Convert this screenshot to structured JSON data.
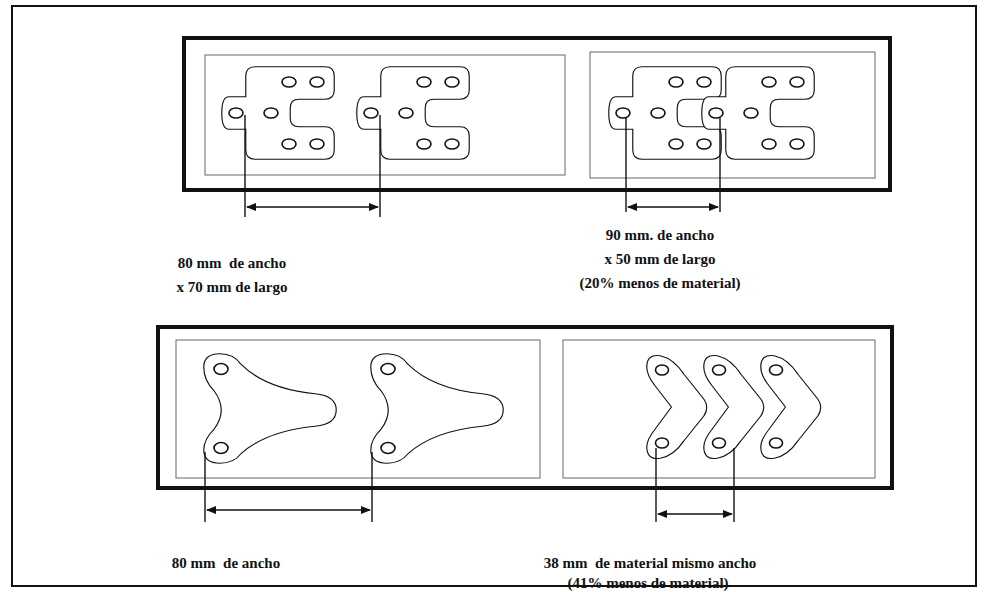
{
  "diagram": {
    "labels": [
      "80 mm  de ancho",
      "x 70 mm de largo",
      "90 mm. de ancho",
      "x 50 mm de largo",
      "(20% menos de material)",
      "80 mm  de ancho",
      "38 mm  de material mismo ancho",
      "(41% menos de material)"
    ]
  }
}
